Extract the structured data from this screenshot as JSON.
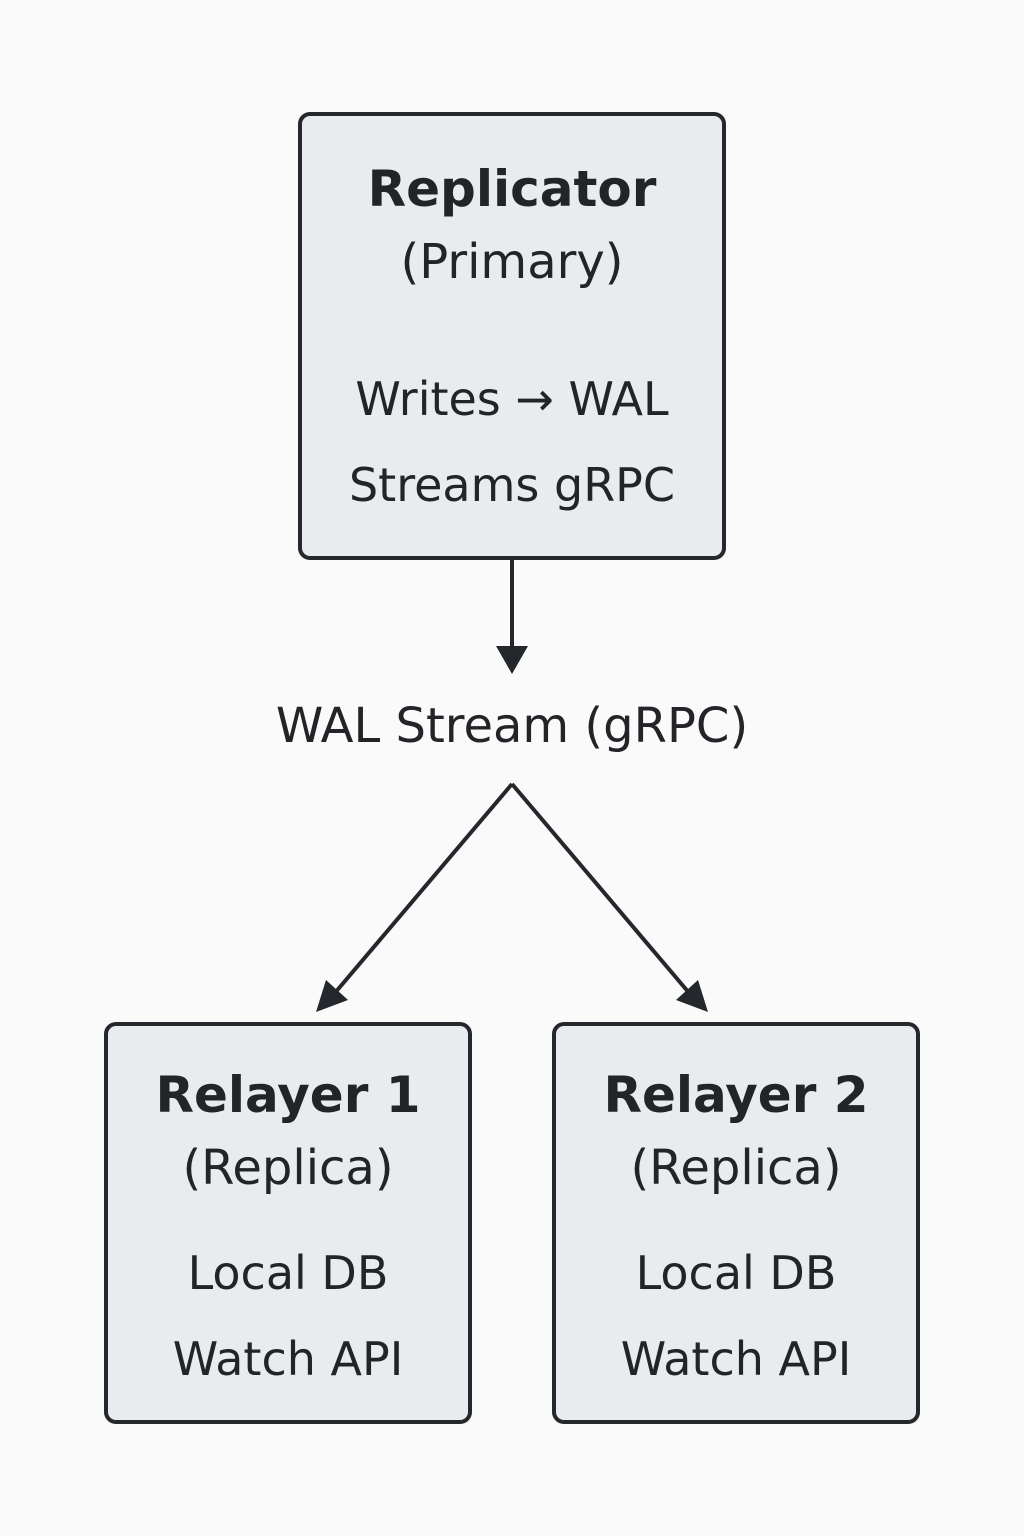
{
  "nodes": {
    "primary": {
      "title": "Replicator",
      "role": "(Primary)",
      "details": [
        "Writes → WAL",
        "Streams gRPC"
      ]
    },
    "relayer1": {
      "title": "Relayer 1",
      "role": "(Replica)",
      "details": [
        "Local DB",
        "Watch API"
      ]
    },
    "relayer2": {
      "title": "Relayer 2",
      "role": "(Replica)",
      "details": [
        "Local DB",
        "Watch API"
      ]
    }
  },
  "edge_label": "WAL Stream (gRPC)",
  "colors": {
    "background": "#fafafa",
    "box_fill": "#e9ecef",
    "stroke": "#24272b",
    "text": "#222428"
  }
}
